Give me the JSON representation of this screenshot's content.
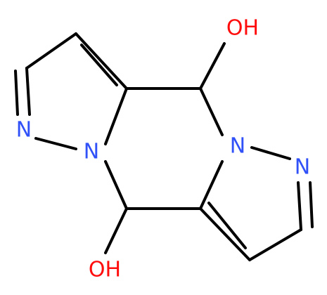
{
  "molecule": {
    "atoms": [
      {
        "id": "oh_top",
        "label": "OH",
        "color": "#ff0d0d"
      },
      {
        "id": "oh_bottom",
        "label": "OH",
        "color": "#ff0d0d"
      },
      {
        "id": "n_left_outer",
        "label": "N",
        "color": "#3050f8"
      },
      {
        "id": "n_left_bridge",
        "label": "N",
        "color": "#3050f8"
      },
      {
        "id": "n_right_bridge",
        "label": "N",
        "color": "#3050f8"
      },
      {
        "id": "n_right_outer",
        "label": "N",
        "color": "#3050f8"
      }
    ],
    "bond_color": "#000000"
  }
}
